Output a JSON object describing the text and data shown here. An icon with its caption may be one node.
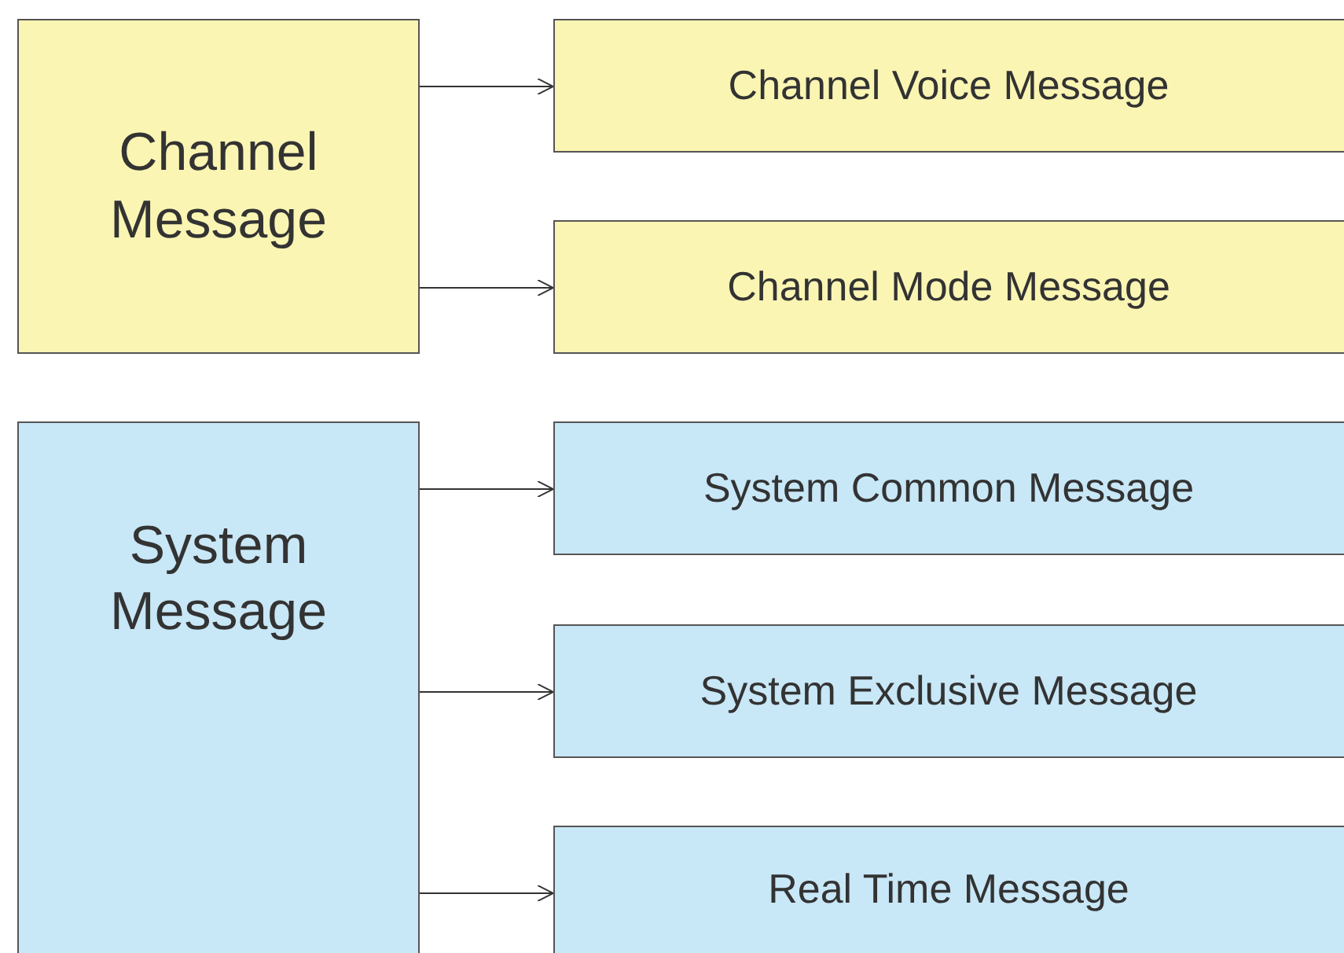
{
  "diagram": {
    "nodes": [
      {
        "text": [
          "Channel Message"
        ]
      },
      {
        "text": [
          "Channel Voice Message"
        ]
      },
      {
        "text": [
          "Channel Mode Message"
        ]
      },
      {
        "text": [
          "System Message"
        ]
      },
      {
        "text": [
          "System Common Message"
        ]
      },
      {
        "text": [
          "System Exclusive Message"
        ]
      },
      {
        "text": [
          "Real Time Message"
        ]
      }
    ],
    "edges": [
      {
        "from": 0,
        "to": 1,
        "arrow": "to"
      },
      {
        "from": 0,
        "to": 2,
        "arrow": "to"
      },
      {
        "from": 3,
        "to": 4,
        "arrow": "to"
      },
      {
        "from": 3,
        "to": 5,
        "arrow": "to"
      },
      {
        "from": 3,
        "to": 6,
        "arrow": "to"
      }
    ]
  }
}
